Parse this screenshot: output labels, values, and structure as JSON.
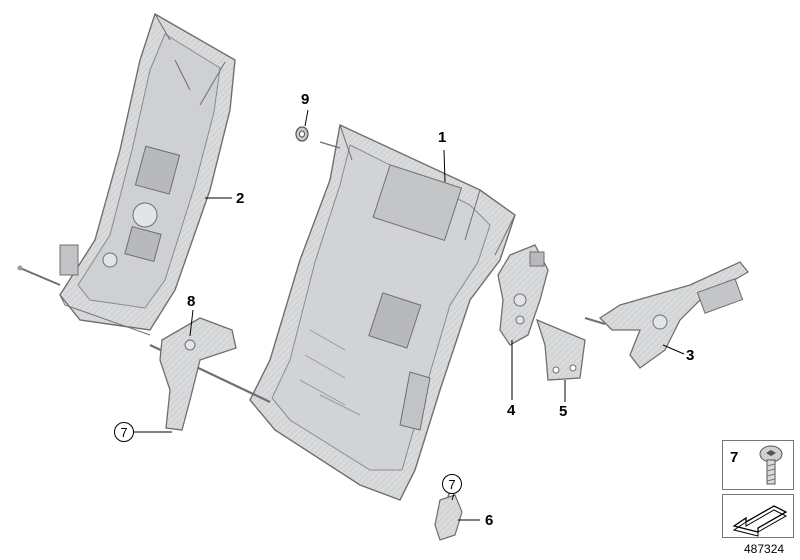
{
  "callouts": {
    "p1": "1",
    "p2": "2",
    "p3": "3",
    "p4": "4",
    "p5": "5",
    "p6": "6",
    "p7a": "7",
    "p7b": "7",
    "p8": "8",
    "p9": "9"
  },
  "legend": {
    "part_number": "7",
    "diagram_id": "487324"
  },
  "colors": {
    "part_fill": "#d9dadb",
    "part_stroke": "#6e6f71",
    "part_dark": "#9a9b9d",
    "leader": "#000000"
  },
  "icons": [
    "screw-icon",
    "arrow-icon"
  ]
}
